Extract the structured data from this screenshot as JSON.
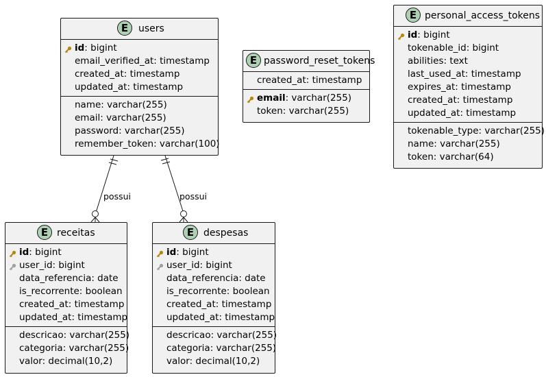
{
  "entities": {
    "users": {
      "name": "users",
      "section1": [
        {
          "key": "pk",
          "name": "id",
          "type": ": bigint"
        },
        {
          "key": "",
          "name": "",
          "type": "email_verified_at: timestamp"
        },
        {
          "key": "",
          "name": "",
          "type": "created_at: timestamp"
        },
        {
          "key": "",
          "name": "",
          "type": "updated_at: timestamp"
        }
      ],
      "section2": [
        {
          "key": "",
          "name": "",
          "type": "name: varchar(255)"
        },
        {
          "key": "",
          "name": "",
          "type": "email: varchar(255)"
        },
        {
          "key": "",
          "name": "",
          "type": "password: varchar(255)"
        },
        {
          "key": "",
          "name": "",
          "type": "remember_token: varchar(100)"
        }
      ]
    },
    "password_reset_tokens": {
      "name": "password_reset_tokens",
      "section1": [
        {
          "key": "",
          "name": "",
          "type": "created_at: timestamp"
        }
      ],
      "section2": [
        {
          "key": "pk",
          "name": "email",
          "type": ": varchar(255)"
        },
        {
          "key": "",
          "name": "",
          "type": "token: varchar(255)"
        }
      ]
    },
    "personal_access_tokens": {
      "name": "personal_access_tokens",
      "section1": [
        {
          "key": "pk",
          "name": "id",
          "type": ": bigint"
        },
        {
          "key": "",
          "name": "",
          "type": "tokenable_id: bigint"
        },
        {
          "key": "",
          "name": "",
          "type": "abilities: text"
        },
        {
          "key": "",
          "name": "",
          "type": "last_used_at: timestamp"
        },
        {
          "key": "",
          "name": "",
          "type": "expires_at: timestamp"
        },
        {
          "key": "",
          "name": "",
          "type": "created_at: timestamp"
        },
        {
          "key": "",
          "name": "",
          "type": "updated_at: timestamp"
        }
      ],
      "section2": [
        {
          "key": "",
          "name": "",
          "type": "tokenable_type: varchar(255)"
        },
        {
          "key": "",
          "name": "",
          "type": "name: varchar(255)"
        },
        {
          "key": "",
          "name": "",
          "type": "token: varchar(64)"
        }
      ]
    },
    "receitas": {
      "name": "receitas",
      "section1": [
        {
          "key": "pk",
          "name": "id",
          "type": ": bigint"
        },
        {
          "key": "fk",
          "name": "",
          "type": "user_id: bigint"
        },
        {
          "key": "",
          "name": "",
          "type": "data_referencia: date"
        },
        {
          "key": "",
          "name": "",
          "type": "is_recorrente: boolean"
        },
        {
          "key": "",
          "name": "",
          "type": "created_at: timestamp"
        },
        {
          "key": "",
          "name": "",
          "type": "updated_at: timestamp"
        }
      ],
      "section2": [
        {
          "key": "",
          "name": "",
          "type": "descricao: varchar(255)"
        },
        {
          "key": "",
          "name": "",
          "type": "categoria: varchar(255)"
        },
        {
          "key": "",
          "name": "",
          "type": "valor: decimal(10,2)"
        }
      ]
    },
    "despesas": {
      "name": "despesas",
      "section1": [
        {
          "key": "pk",
          "name": "id",
          "type": ": bigint"
        },
        {
          "key": "fk",
          "name": "",
          "type": "user_id: bigint"
        },
        {
          "key": "",
          "name": "",
          "type": "data_referencia: date"
        },
        {
          "key": "",
          "name": "",
          "type": "is_recorrente: boolean"
        },
        {
          "key": "",
          "name": "",
          "type": "created_at: timestamp"
        },
        {
          "key": "",
          "name": "",
          "type": "updated_at: timestamp"
        }
      ],
      "section2": [
        {
          "key": "",
          "name": "",
          "type": "descricao: varchar(255)"
        },
        {
          "key": "",
          "name": "",
          "type": "categoria: varchar(255)"
        },
        {
          "key": "",
          "name": "",
          "type": "valor: decimal(10,2)"
        }
      ]
    }
  },
  "badge_letter": "E",
  "relations": [
    {
      "from": "users",
      "to": "receitas",
      "label": "possui"
    },
    {
      "from": "users",
      "to": "despesas",
      "label": "possui"
    }
  ],
  "colors": {
    "entity_fill": "#f1f1f1",
    "badge_fill": "#add1b2",
    "border": "#181818",
    "pk_key": "#b8860b",
    "fk_key": "#a0a0a0"
  }
}
